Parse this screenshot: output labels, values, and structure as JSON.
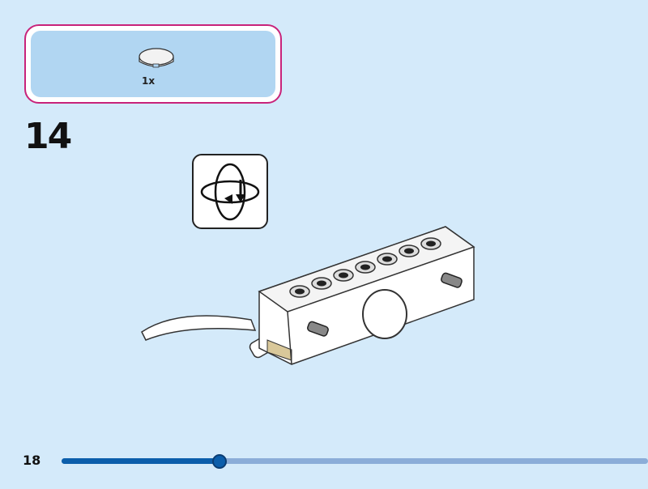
{
  "parts_box": {
    "items": [
      {
        "icon": "round-tile-2x2-white-icon",
        "quantity": "1x"
      }
    ]
  },
  "step": {
    "number": "14",
    "rotate_icon": "rotate-model-icon"
  },
  "footer": {
    "page_number": "18",
    "progress": 0.27
  },
  "colors": {
    "background": "#d4eafa",
    "parts_border": "#c8237a",
    "parts_fill": "#b1d6f2",
    "progress_fill": "#0b5eab",
    "progress_track": "#8badd8"
  }
}
